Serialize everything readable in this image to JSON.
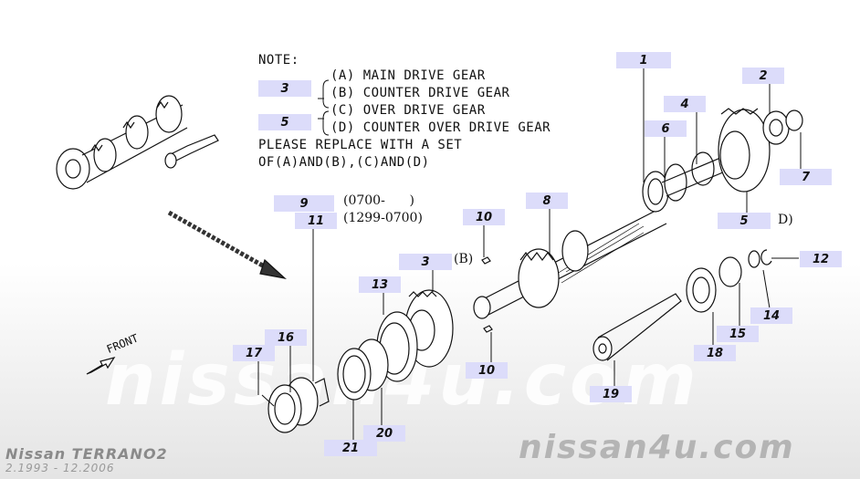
{
  "watermark": "nissan4u.com",
  "brand": {
    "model": "Nissan TERRANO2",
    "years": "2.1993 - 12.2006",
    "site": "nissan4u.com"
  },
  "note": {
    "title": "NOTE:",
    "groups": [
      {
        "ref": "3",
        "lines": [
          "(A) MAIN DRIVE GEAR",
          "(B) COUNTER DRIVE GEAR"
        ]
      },
      {
        "ref": "5",
        "lines": [
          "(C) OVER DRIVE GEAR",
          "(D) COUNTER OVER DRIVE GEAR"
        ]
      }
    ],
    "replace_line1": "PLEASE REPLACE WITH A SET",
    "replace_line2": "OF(A)AND(B),(C)AND(D)"
  },
  "serials": [
    {
      "ref": "9",
      "range": "(0700-      )"
    },
    {
      "ref": "11",
      "range": "(1299-0700)"
    }
  ],
  "annotations": {
    "b_marker": "(B)",
    "d_marker": "D)",
    "front": "FRONT"
  },
  "callouts": [
    {
      "id": "1",
      "label": "1"
    },
    {
      "id": "2",
      "label": "2"
    },
    {
      "id": "3",
      "label": "3"
    },
    {
      "id": "4",
      "label": "4"
    },
    {
      "id": "5",
      "label": "5"
    },
    {
      "id": "6",
      "label": "6"
    },
    {
      "id": "7",
      "label": "7"
    },
    {
      "id": "8",
      "label": "8"
    },
    {
      "id": "10a",
      "label": "10"
    },
    {
      "id": "10b",
      "label": "10"
    },
    {
      "id": "12",
      "label": "12"
    },
    {
      "id": "13",
      "label": "13"
    },
    {
      "id": "14",
      "label": "14"
    },
    {
      "id": "15",
      "label": "15"
    },
    {
      "id": "16",
      "label": "16"
    },
    {
      "id": "17",
      "label": "17"
    },
    {
      "id": "18",
      "label": "18"
    },
    {
      "id": "19",
      "label": "19"
    },
    {
      "id": "20",
      "label": "20"
    },
    {
      "id": "21",
      "label": "21"
    }
  ],
  "colors": {
    "callout_bg": "#dcdcfa",
    "line": "#111111",
    "brand_gray": "#8a8a8a",
    "site_gray": "#b4b4b4"
  }
}
